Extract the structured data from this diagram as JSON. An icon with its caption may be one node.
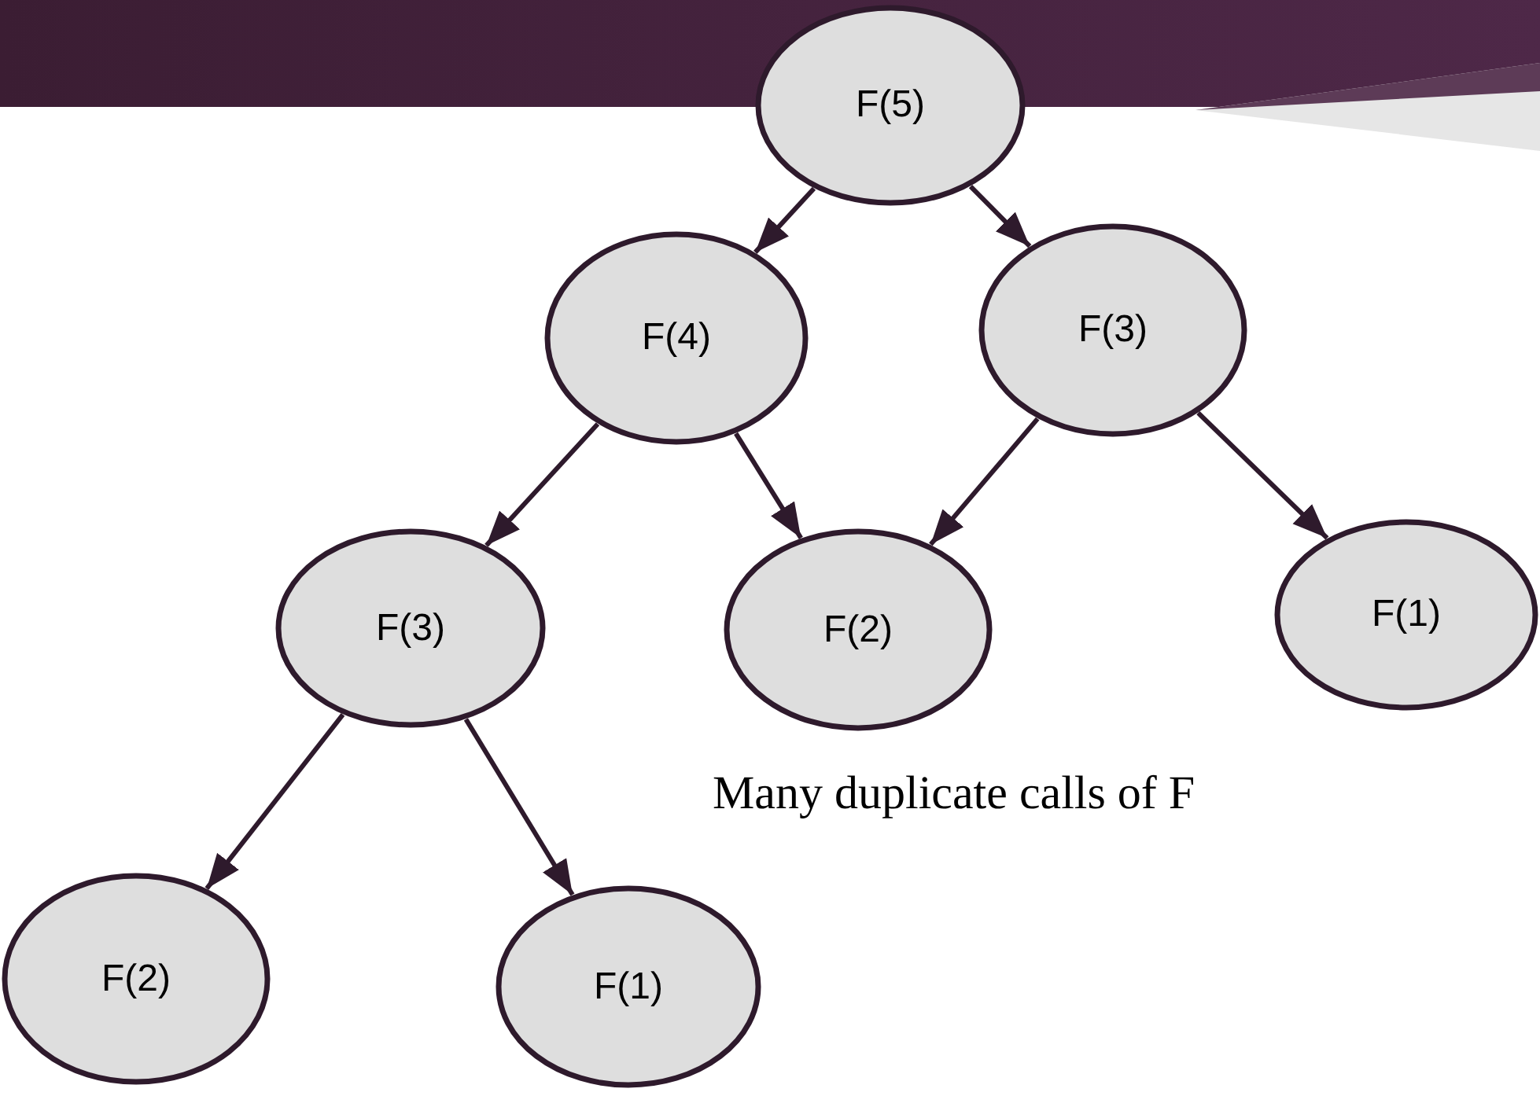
{
  "diagram": {
    "nodes": [
      {
        "text": [
          "F(5)"
        ]
      },
      {
        "text": [
          "F(4)"
        ]
      },
      {
        "text": [
          "F(3)"
        ]
      },
      {
        "text": [
          "F(3)"
        ]
      },
      {
        "text": [
          "F(2)"
        ]
      },
      {
        "text": [
          "F(1)"
        ]
      },
      {
        "text": [
          "F(2)"
        ]
      },
      {
        "text": [
          "F(1)"
        ]
      }
    ],
    "edges": [
      {
        "from": 0,
        "to": 1,
        "arrow": "to"
      },
      {
        "from": 0,
        "to": 2,
        "arrow": "to"
      },
      {
        "from": 1,
        "to": 3,
        "arrow": "to"
      },
      {
        "from": 1,
        "to": 4,
        "arrow": "to"
      },
      {
        "from": 2,
        "to": 4,
        "arrow": "to"
      },
      {
        "from": 2,
        "to": 5,
        "arrow": "to"
      },
      {
        "from": 3,
        "to": 6,
        "arrow": "to"
      },
      {
        "from": 3,
        "to": 7,
        "arrow": "to"
      }
    ],
    "labels": [
      "Many duplicate calls of F"
    ]
  }
}
